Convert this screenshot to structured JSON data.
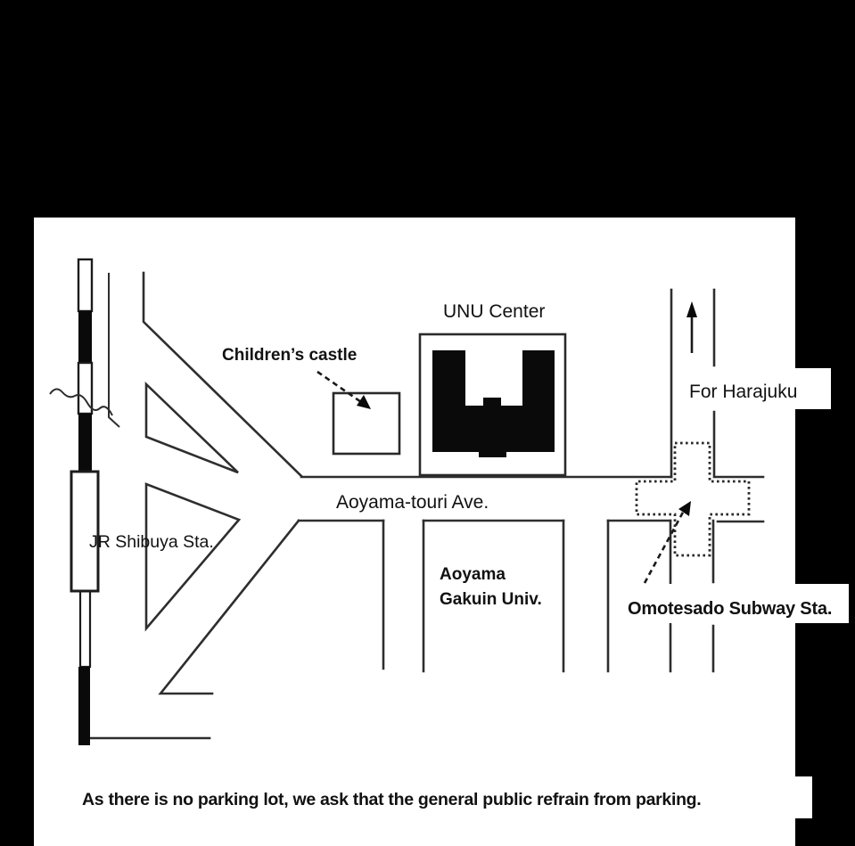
{
  "page": {
    "background_color": "#000000",
    "map_background_color": "#ffffff",
    "line_color": "#2e2e2e",
    "building_color": "#0a0a0a"
  },
  "labels": {
    "unu_center": "UNU Center",
    "childrens_castle": "Children’s castle",
    "for_harajuku": "For Harajuku",
    "jr_shibuya": "JR Shibuya Sta.",
    "aoyama_ave": "Aoyama-touri Ave.",
    "aoyama_univ_line1": "Aoyama",
    "aoyama_univ_line2": "Gakuin Univ.",
    "omotesando_subway": "Omotesado Subway Sta.",
    "footer_note": "As there is no parking lot, we ask that the general public refrain from parking."
  }
}
